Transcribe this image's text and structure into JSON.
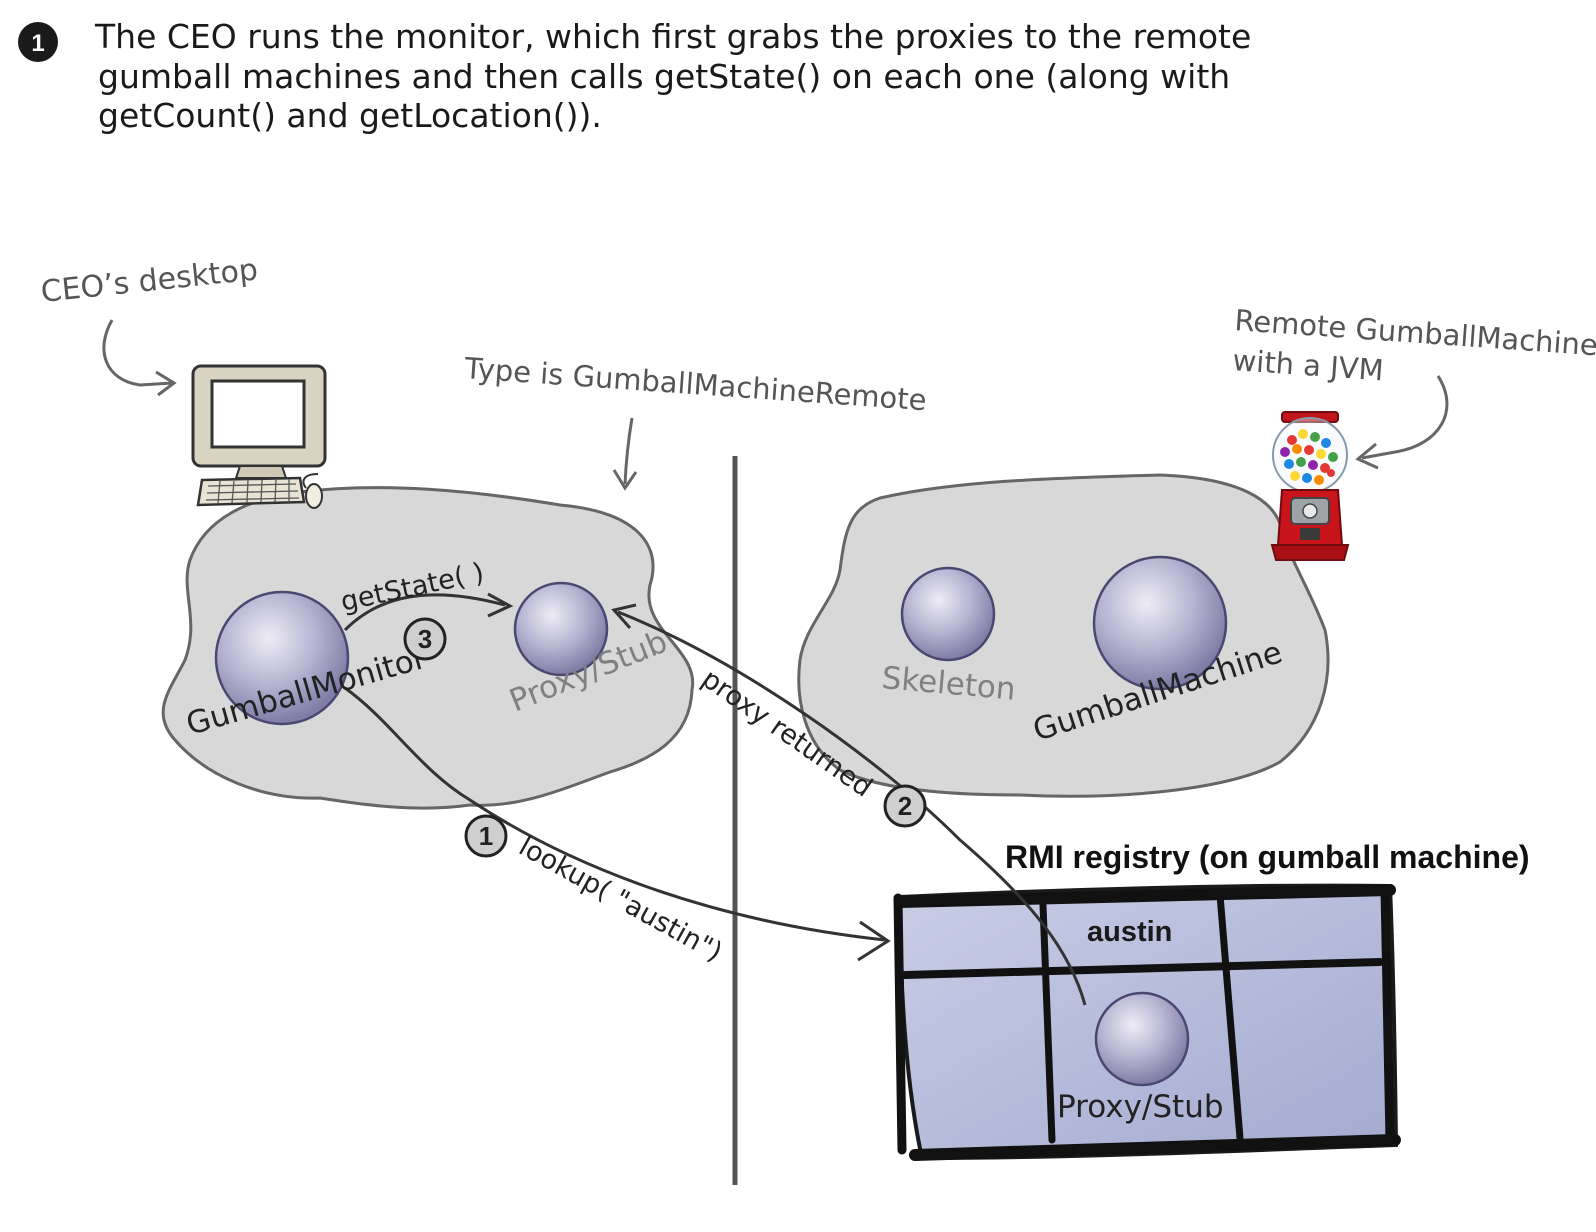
{
  "intro": {
    "step_number": "1",
    "lines": [
      "The CEO runs the monitor, which first grabs the proxies to the remote",
      "gumball machines and then calls getState() on each one (along with",
      "getCount() and getLocation())."
    ]
  },
  "annotations": {
    "ceo_desktop": "CEO’s desktop",
    "type_note": "Type is GumballMachineRemote",
    "remote_line1": "Remote GumballMachine",
    "remote_line2": "with a JVM"
  },
  "components": {
    "gumball_monitor": "GumballMonitor",
    "proxy_stub_client": "Proxy/Stub",
    "skeleton": "Skeleton",
    "gumball_machine": "GumballMachine",
    "proxy_stub_registry": "Proxy/Stub"
  },
  "registry": {
    "title": "RMI registry (on gumball machine)",
    "entry_name": "austin"
  },
  "steps": [
    {
      "number": "1",
      "label": "lookup( \"austin\")"
    },
    {
      "number": "2",
      "label": "proxy returned"
    },
    {
      "number": "3",
      "label": "getState( )"
    }
  ],
  "colors": {
    "blob_fill": "#d8d8d8",
    "sphere": "#b4b2cf",
    "registry_fill": "#b7bddb"
  }
}
